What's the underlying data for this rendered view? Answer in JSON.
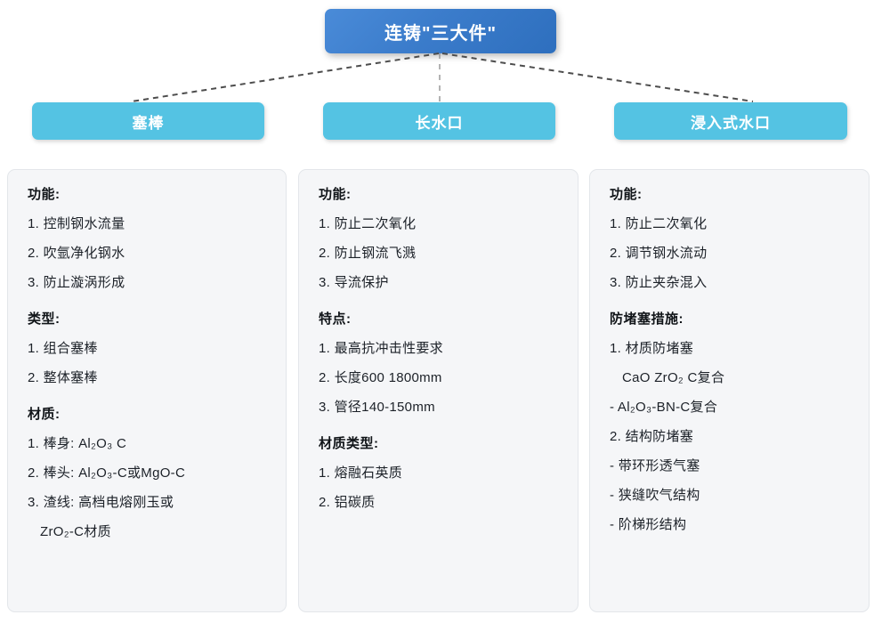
{
  "root": {
    "title": "连铸\"三大件\""
  },
  "colors": {
    "root_gradient_start": "#4a8bd8",
    "root_gradient_end": "#2e6fbe",
    "branch_header_cyan": "#54c3e3",
    "card_background": "#f5f6f8",
    "card_border": "#e3e6ea",
    "connector_dash": "#4d4d4d"
  },
  "branches": [
    {
      "label": "塞棒",
      "sections": [
        {
          "heading": "功能:",
          "items": [
            "1. 控制钢水流量",
            "2. 吹氩净化钢水",
            "3. 防止漩涡形成"
          ]
        },
        {
          "heading": "类型:",
          "items": [
            "1. 组合塞棒",
            "2. 整体塞棒"
          ]
        },
        {
          "heading": "材质:",
          "items": [
            "1. 棒身: Al₂O₃ C",
            "2. 棒头: Al₂O₃-C或MgO-C",
            "3. 渣线: 高档电熔刚玉或",
            "ZrO₂-C材质"
          ]
        }
      ]
    },
    {
      "label": "长水口",
      "sections": [
        {
          "heading": "功能:",
          "items": [
            "1. 防止二次氧化",
            "2. 防止钢流飞溅",
            "3. 导流保护"
          ]
        },
        {
          "heading": "特点:",
          "items": [
            "1. 最高抗冲击性要求",
            "2. 长度600 1800mm",
            "3. 管径140-150mm"
          ]
        },
        {
          "heading": "材质类型:",
          "items": [
            "1. 熔融石英质",
            "2. 铝碳质"
          ]
        }
      ]
    },
    {
      "label": "浸入式水口",
      "sections": [
        {
          "heading": "功能:",
          "items": [
            "1. 防止二次氧化",
            "2. 调节钢水流动",
            "3. 防止夹杂混入"
          ]
        },
        {
          "heading": "防堵塞措施:",
          "items": [
            "1. 材质防堵塞",
            "CaO ZrO₂ C复合",
            "- Al₂O₃-BN-C复合",
            "2. 结构防堵塞",
            "- 带环形透气塞",
            "- 狭缝吹气结构",
            "- 阶梯形结构"
          ]
        }
      ]
    }
  ]
}
